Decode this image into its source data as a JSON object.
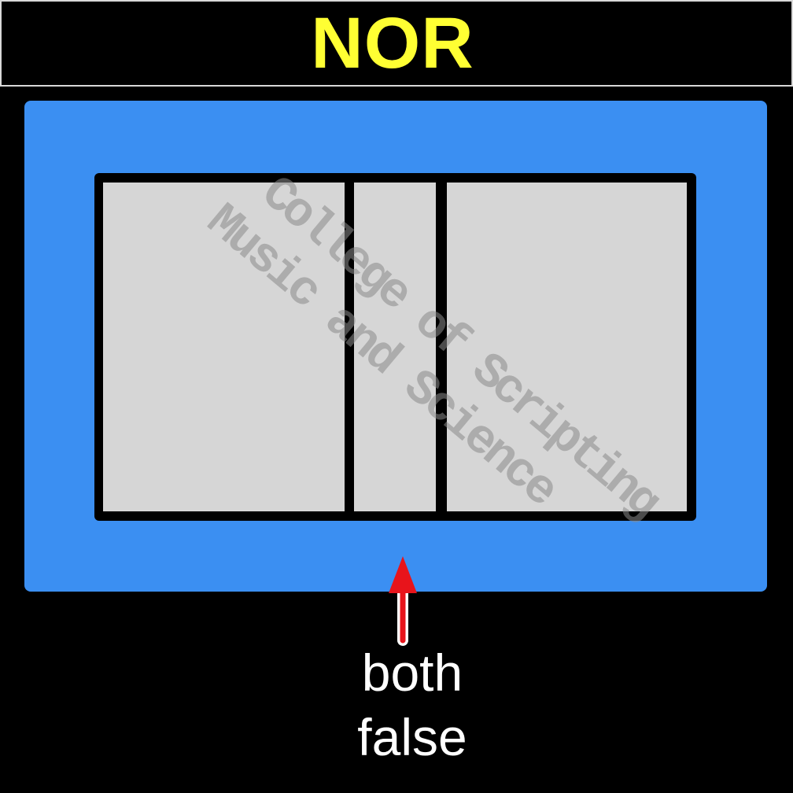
{
  "title": "NOR",
  "watermark": {
    "line1": "College of Scripting",
    "line2": "Music and Science"
  },
  "caption": {
    "line1": "both",
    "line2": "false"
  },
  "colors": {
    "background": "#000000",
    "title_text": "#ffff33",
    "panel": "#3b8ff2",
    "cells": "#d6d6d6",
    "outline": "#000000",
    "arrow": "#e8141b",
    "caption_text": "#ffffff"
  }
}
